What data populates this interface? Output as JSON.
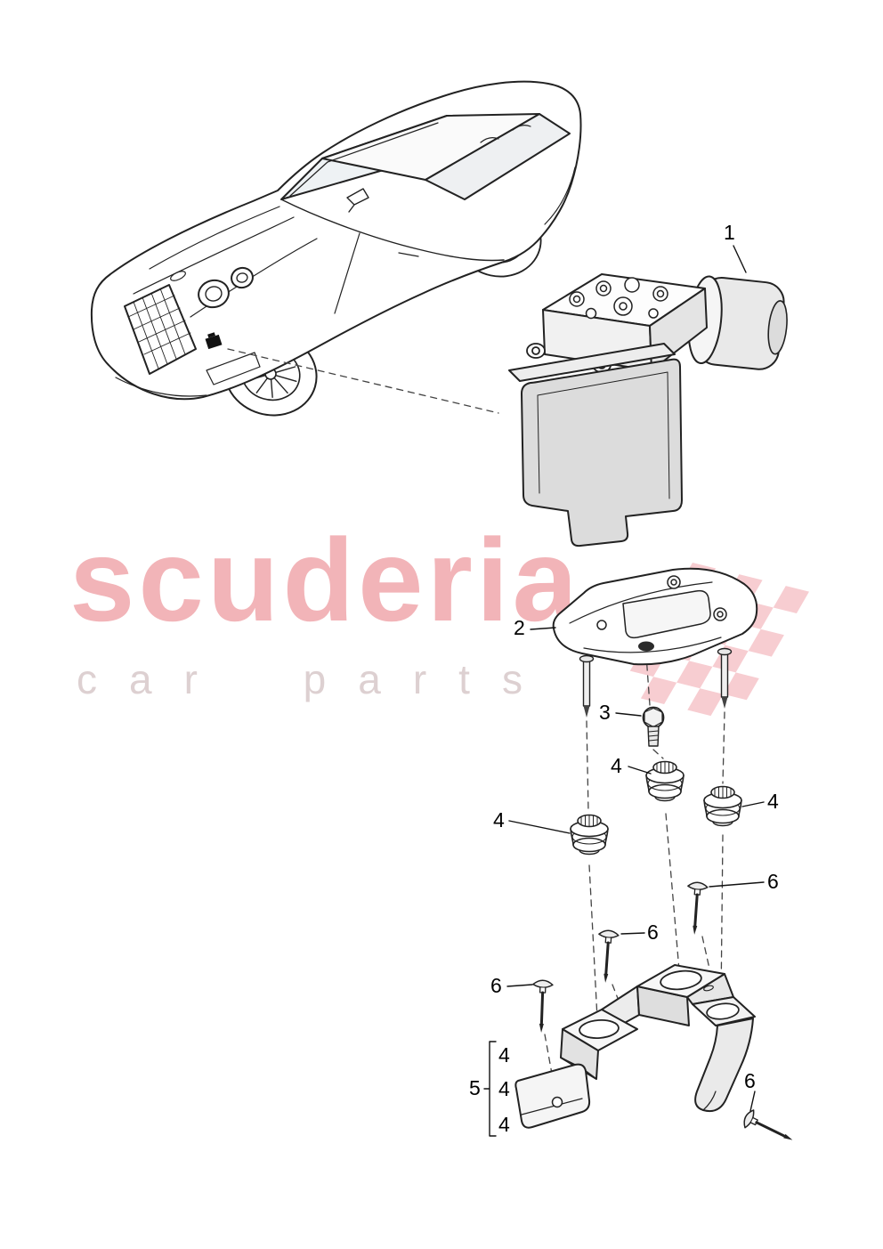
{
  "watermark": {
    "line1": "scuderia",
    "line2": "car parts"
  },
  "callouts": {
    "c1": "1",
    "c2": "2",
    "c3": "3",
    "c4a": "4",
    "c4b": "4",
    "c4c": "4",
    "c6a": "6",
    "c6b": "6",
    "c6c": "6",
    "c6d": "6",
    "c5": "5",
    "g4a": "4",
    "g4b": "4",
    "g4c": "4"
  },
  "colors": {
    "watermark_title": "#f2b4b8",
    "watermark_subtitle": "#ddd0d1",
    "flag": "#f7cdd1",
    "line_art": "#222222"
  }
}
